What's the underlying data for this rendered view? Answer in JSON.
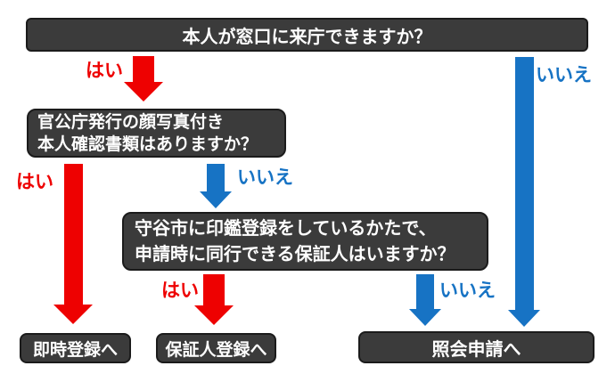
{
  "colors": {
    "background": "#ffffff",
    "yes_red": "#ee0101",
    "no_blue": "#1773c4",
    "box_bg": "#3b3b3b",
    "box_border": "#1b1b1b",
    "box_text": "#ffffff"
  },
  "flowchart": {
    "nodes": [
      {
        "id": "q1",
        "type": "decision",
        "text": "本人が窓口に来庁できますか？"
      },
      {
        "id": "q2",
        "type": "decision",
        "lines": [
          "官公庁発行の顔写真付き",
          "本人確認書類はありますか？"
        ]
      },
      {
        "id": "q3",
        "type": "decision",
        "lines": [
          "守谷市に印鑑登録をしているかたで、",
          "申請時に同行できる保証人はいますか？"
        ]
      },
      {
        "id": "result_immediate",
        "type": "result",
        "text": "即時登録へ"
      },
      {
        "id": "result_guarantor",
        "type": "result",
        "text": "保証人登録へ"
      },
      {
        "id": "result_inquiry",
        "type": "result",
        "text": "照会申請へ"
      }
    ],
    "edges": [
      {
        "from": "q1",
        "to": "q2",
        "answer": "yes",
        "label": "はい"
      },
      {
        "from": "q1",
        "to": "result_inquiry",
        "answer": "no",
        "label": "いいえ"
      },
      {
        "from": "q2",
        "to": "result_immediate",
        "answer": "yes",
        "label": "はい"
      },
      {
        "from": "q2",
        "to": "q3",
        "answer": "no",
        "label": "いいえ"
      },
      {
        "from": "q3",
        "to": "result_guarantor",
        "answer": "yes",
        "label": "はい"
      },
      {
        "from": "q3",
        "to": "result_inquiry",
        "answer": "no",
        "label": "いいえ"
      }
    ]
  }
}
